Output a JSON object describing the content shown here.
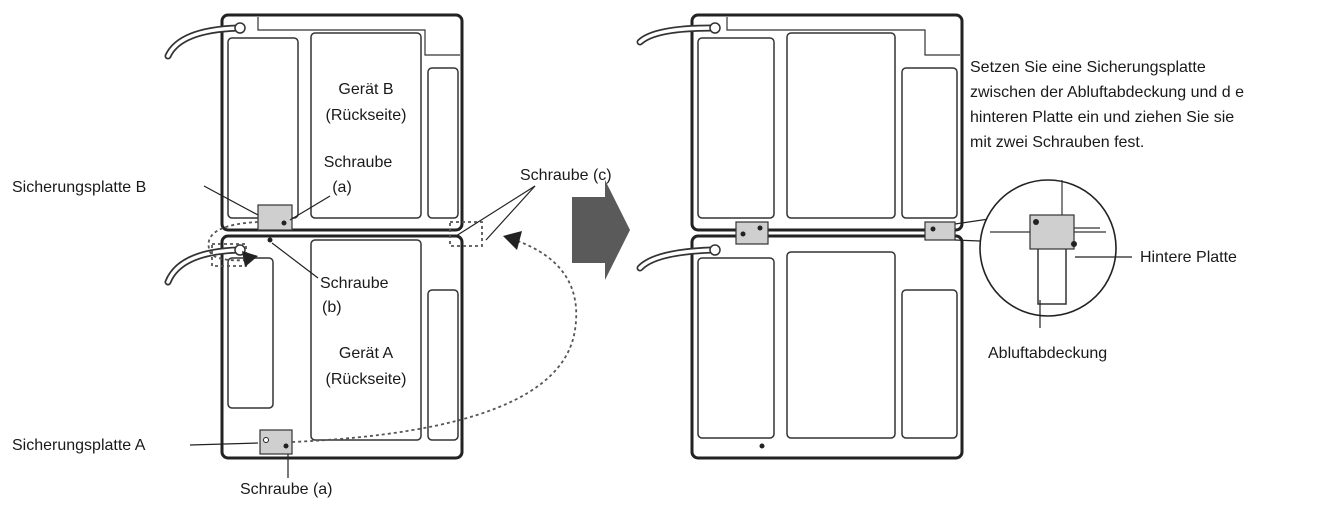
{
  "labels": {
    "unit_b_line1": "Gerät B",
    "unit_b_line2": "(Rückseite)",
    "unit_a_line1": "Gerät A",
    "unit_a_line2": "(Rückseite)",
    "screw_a_top_line1": "Schraube",
    "screw_a_top_line2": "(a)",
    "screw_b_line1": "Schraube",
    "screw_b_line2": "(b)",
    "screw_c": "Schraube (c)",
    "screw_a_bottom": "Schraube (a)",
    "plate_b": "Sicherungsplatte B",
    "plate_a": "Sicherungsplatte A",
    "rear_panel": "Hintere Platte",
    "exhaust_cover": "Abluftabdeckung"
  },
  "instruction": [
    "Setzen Sie eine Sicherungsplatte",
    "zwischen der Abluftabdeckung und d e",
    "hinteren Platte ein und ziehen Sie sie",
    "mit zwei Schrauben fest."
  ],
  "colors": {
    "line": "#222222",
    "plate_fill": "#cfcfcf",
    "arrow_fill": "#5a5a5a"
  }
}
